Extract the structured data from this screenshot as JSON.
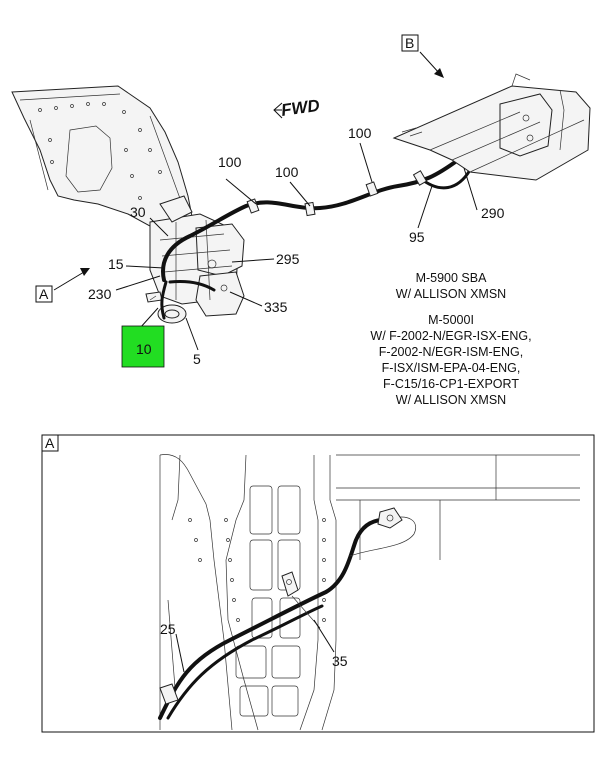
{
  "views": {
    "main_view_label": "B",
    "detail_view_label": "A",
    "detail_ref_label": "A",
    "fwd_label": "FWD"
  },
  "callouts": {
    "c100a": "100",
    "c100b": "100",
    "c100c": "100",
    "c30": "30",
    "c15": "15",
    "c230": "230",
    "c295": "295",
    "c335": "335",
    "c10": "10",
    "c5": "5",
    "c290": "290",
    "c95": "95",
    "c25": "25",
    "c35": "35"
  },
  "notes": {
    "sba_line1": "M-5900 SBA",
    "sba_line2": "W/ ALLISON XMSN",
    "m5000_line1": "M-5000I",
    "m5000_line2": "W/ F-2002-N/EGR-ISX-ENG,",
    "m5000_line3": "F-2002-N/EGR-ISM-ENG,",
    "m5000_line4": "F-ISX/ISM-EPA-04-ENG,",
    "m5000_line5": "F-C15/16-CP1-EXPORT",
    "m5000_line6": "W/ ALLISON XMSN"
  },
  "highlight": {
    "color": "#22dd22"
  }
}
